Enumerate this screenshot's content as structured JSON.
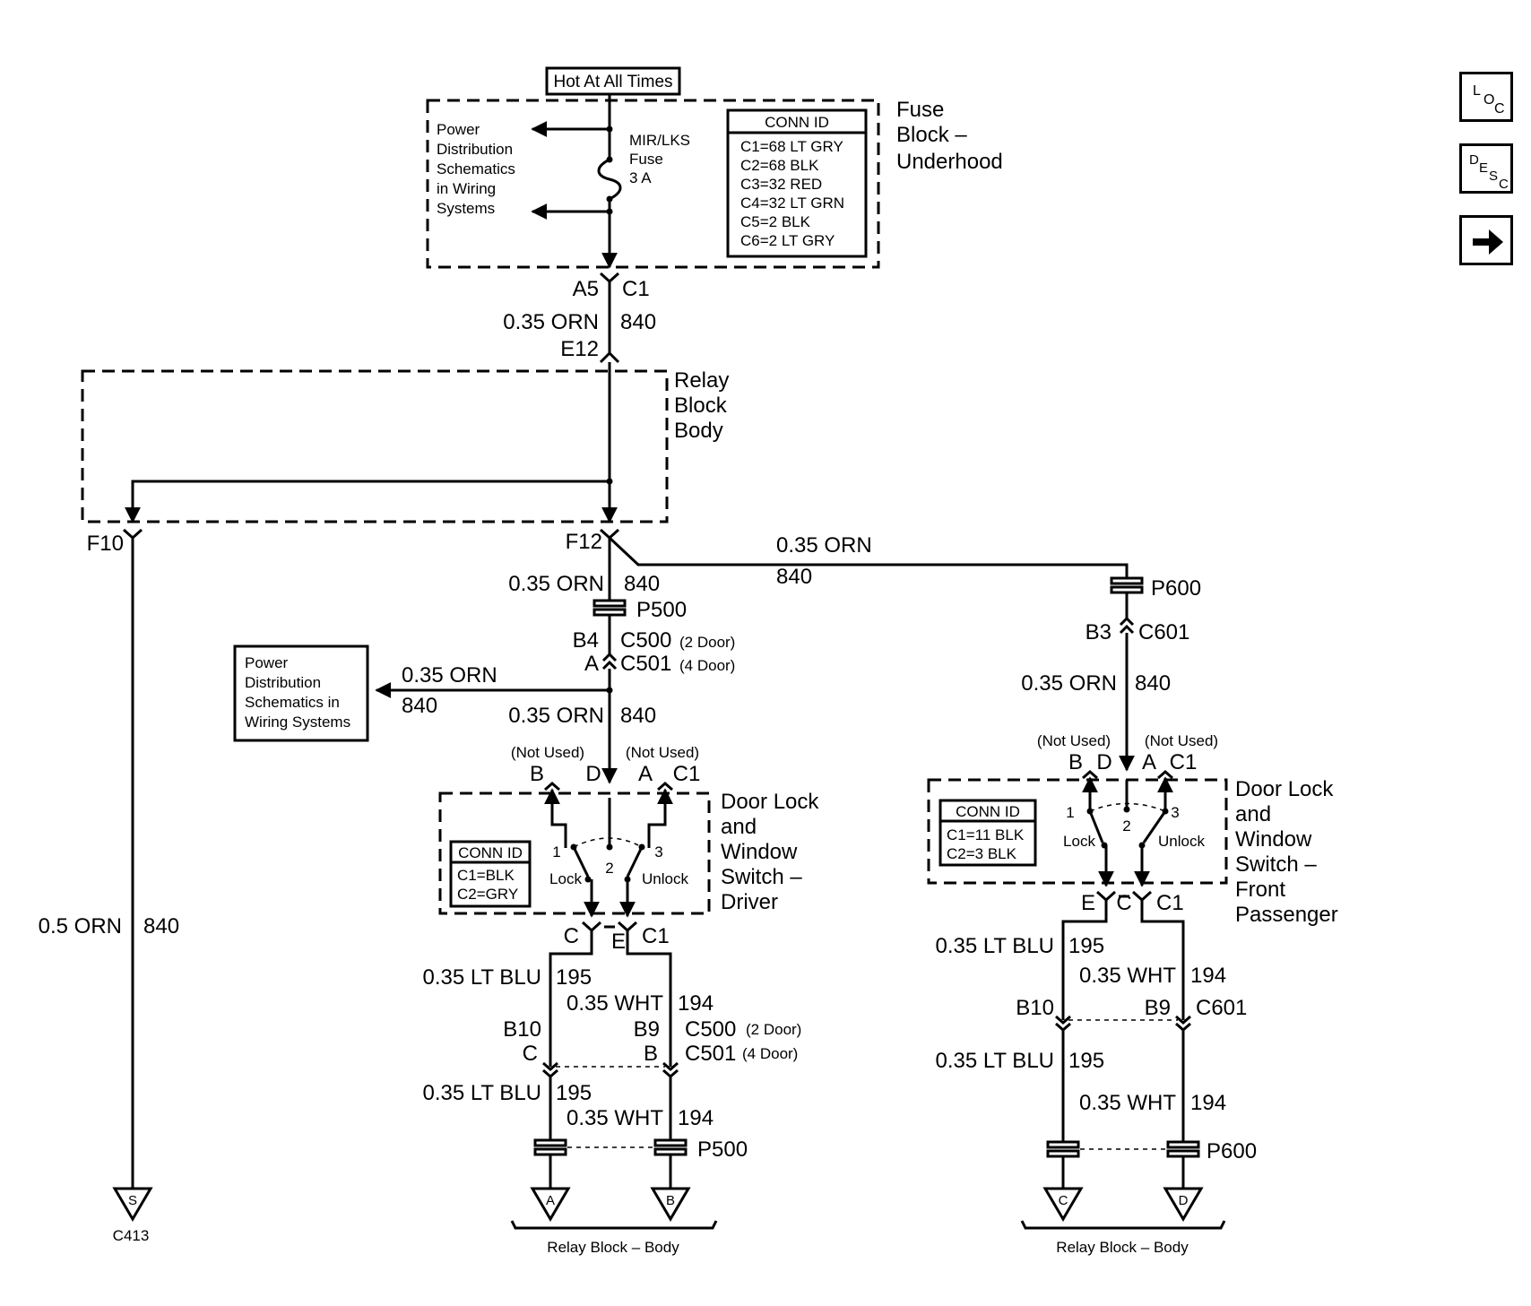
{
  "power_source": "Hot At All Times",
  "fuse_block": {
    "name": [
      "Fuse",
      "Block –",
      "Underhood"
    ],
    "power_dist_note": [
      "Power",
      "Distribution",
      "Schematics",
      "in Wiring",
      "Systems"
    ],
    "fuse_label": [
      "MIR/LKS",
      "Fuse",
      "3 A"
    ],
    "conn_id": {
      "title": "CONN ID",
      "rows": [
        "C1=68 LT GRY",
        "C2=68 BLK",
        "C3=32 RED",
        "C4=32 LT GRN",
        "C5=2 BLK",
        "C6=2 LT GRY"
      ]
    },
    "pin": "A5",
    "connector": "C1"
  },
  "wire_840_top": {
    "gauge": "0.35 ORN",
    "circuit": "840"
  },
  "relay_block": {
    "name": [
      "Relay",
      "Block",
      "Body"
    ],
    "input_pin": "E12",
    "out_left": "F10",
    "out_right": "F12"
  },
  "left_feed": {
    "gauge": "0.5 ORN",
    "circuit": "840",
    "ground_symbol": "S",
    "ground_label": "C413"
  },
  "driver_branch": {
    "wire1": {
      "gauge": "0.35 ORN",
      "circuit": "840"
    },
    "splice": "P500",
    "conn": {
      "pin_top": "B4",
      "pin_bottom": "A",
      "c1": "C500",
      "c1_note": "(2 Door)",
      "c2": "C501",
      "c2_note": "(4 Door)"
    },
    "power_dist_box": [
      "Power",
      "Distribution",
      "Schematics in",
      "Wiring Systems"
    ],
    "tap_wire": {
      "gauge": "0.35 ORN",
      "circuit": "840"
    },
    "wire2": {
      "gauge": "0.35 ORN",
      "circuit": "840"
    },
    "switch_header": {
      "not_used_1": "(Not Used)",
      "not_used_2": "(Not Used)",
      "pins": [
        "B",
        "D",
        "A",
        "C1"
      ]
    },
    "switch": {
      "name": [
        "Door Lock",
        "and",
        "Window",
        "Switch –",
        "Driver"
      ],
      "conn_id": {
        "title": "CONN ID",
        "rows": [
          "C1=BLK",
          "C2=GRY"
        ]
      },
      "terminals": [
        "1",
        "2",
        "3"
      ],
      "lock": "Lock",
      "unlock": "Unlock"
    },
    "out_pins": [
      "C",
      "E",
      "C1"
    ],
    "blu_wire": {
      "gauge": "0.35 LT BLU",
      "circuit": "195"
    },
    "wht_wire": {
      "gauge": "0.35 WHT",
      "circuit": "194"
    },
    "conn2": {
      "b10": "B10",
      "c": "C",
      "b9": "B9",
      "b": "B",
      "c500": "C500",
      "c500_note": "(2 Door)",
      "c501": "C501",
      "c501_note": "(4 Door)"
    },
    "splice2": "P500",
    "grounds": [
      "A",
      "B"
    ],
    "dest": "Relay Block – Body"
  },
  "passenger_branch": {
    "wire1": {
      "gauge": "0.35 ORN",
      "circuit": "840"
    },
    "splice": "P600",
    "conn": {
      "pin": "B3",
      "connector": "C601"
    },
    "wire2": {
      "gauge": "0.35 ORN",
      "circuit": "840"
    },
    "switch_header": {
      "not_used_1": "(Not Used)",
      "not_used_2": "(Not Used)",
      "pins": [
        "B",
        "D",
        "A",
        "C1"
      ]
    },
    "switch": {
      "name": [
        "Door Lock",
        "and",
        "Window",
        "Switch –",
        "Front",
        "Passenger"
      ],
      "conn_id": {
        "title": "CONN ID",
        "rows": [
          "C1=11 BLK",
          "C2=3 BLK"
        ]
      },
      "terminals": [
        "1",
        "2",
        "3"
      ],
      "lock": "Lock",
      "unlock": "Unlock"
    },
    "out_pins": [
      "E",
      "C",
      "C1"
    ],
    "blu_wire": {
      "gauge": "0.35 LT BLU",
      "circuit": "195"
    },
    "wht_wire": {
      "gauge": "0.35 WHT",
      "circuit": "194"
    },
    "conn2": {
      "b10": "B10",
      "b9": "B9",
      "connector": "C601"
    },
    "splice2": "P600",
    "grounds": [
      "C",
      "D"
    ],
    "dest": "Relay Block – Body"
  },
  "nav": {
    "loc": {
      "a": "L",
      "b": "O",
      "c": "C"
    },
    "desc": {
      "a": "D",
      "b": "E",
      "c": "S",
      "d": "C"
    },
    "next_icon": "arrow-right-icon"
  }
}
